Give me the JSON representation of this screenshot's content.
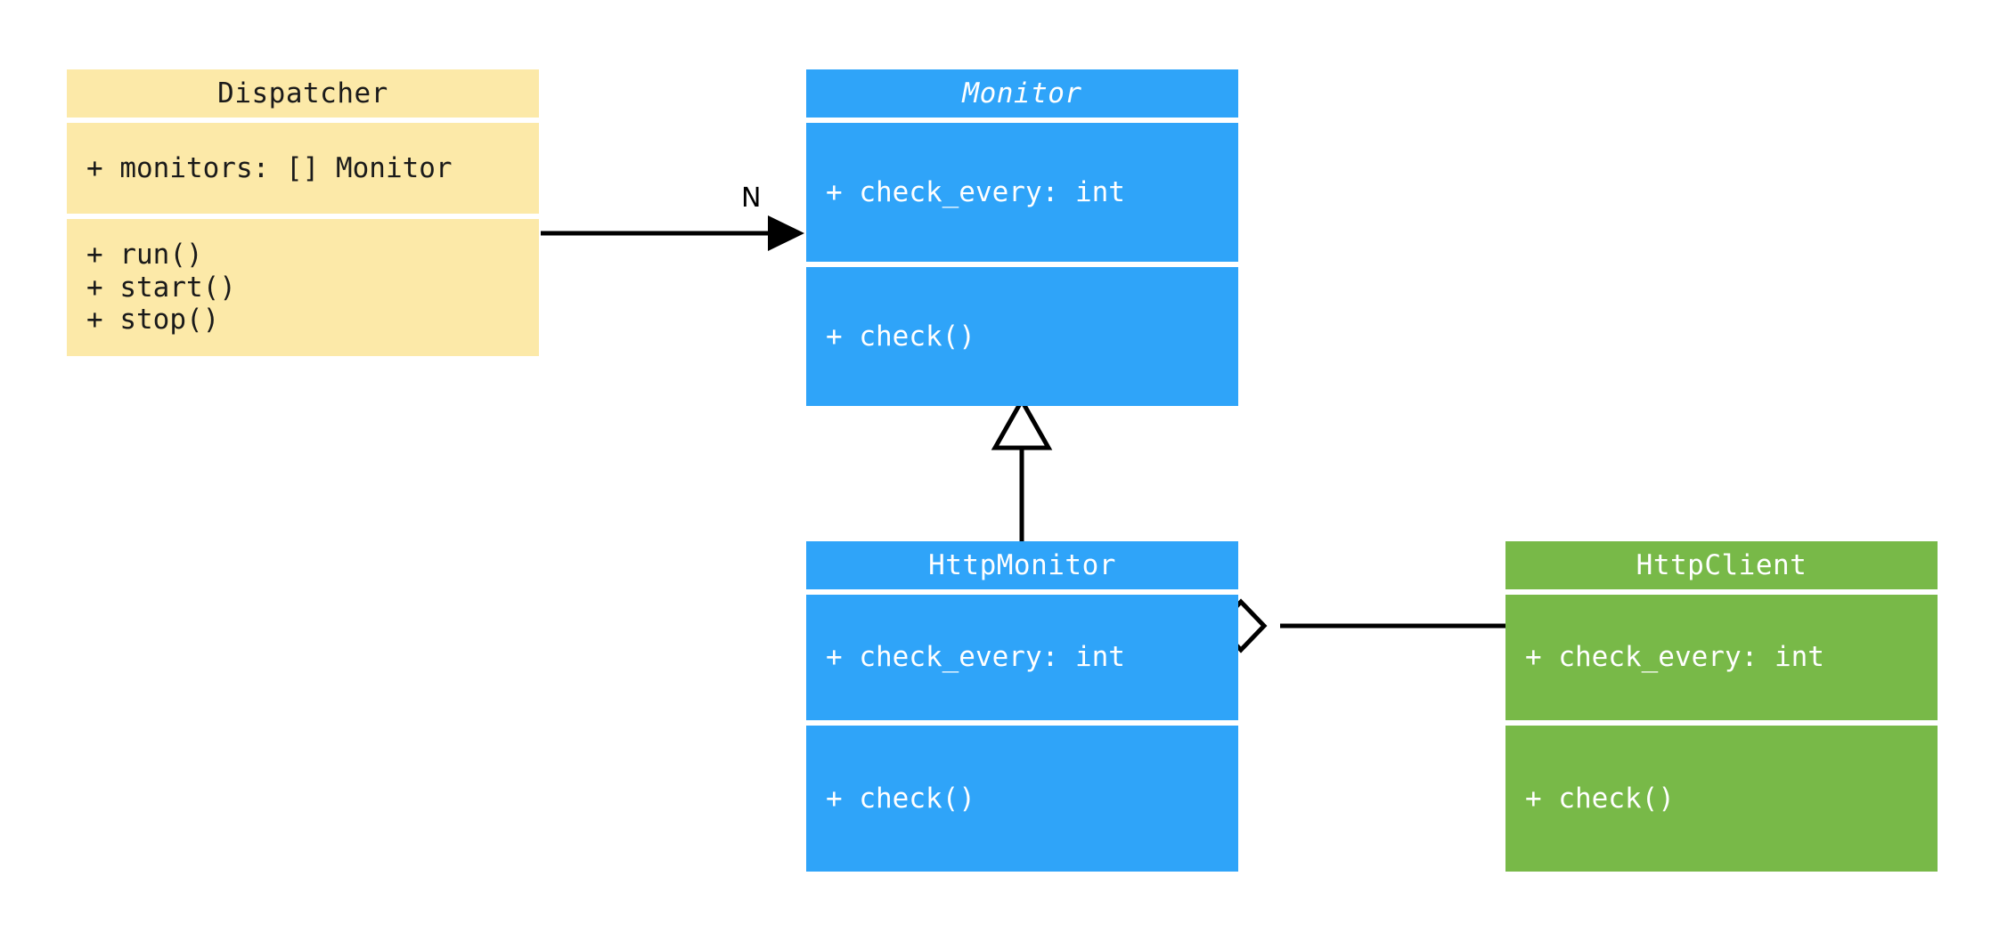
{
  "diagram": {
    "type": "uml-class-diagram",
    "background_color": "#ffffff",
    "palette": {
      "yellow": "#fce9a8",
      "blue": "#2fa4f9",
      "green": "#78b948",
      "line": "#000000",
      "dark_text": "#1a1a1a",
      "light_text": "#ffffff"
    }
  },
  "classes": [
    {
      "id": "dispatcher",
      "name": "Dispatcher",
      "abstract": false,
      "color": "yellow",
      "attributes": [
        "+ monitors: [] Monitor"
      ],
      "methods": [
        "+ run()",
        "+ start()",
        "+ stop()"
      ]
    },
    {
      "id": "monitor",
      "name": "Monitor",
      "abstract": true,
      "color": "blue",
      "attributes": [
        "+ check_every: int"
      ],
      "methods": [
        "+ check()"
      ]
    },
    {
      "id": "http_monitor",
      "name": "HttpMonitor",
      "abstract": false,
      "color": "blue",
      "attributes": [
        "+ check_every: int"
      ],
      "methods": [
        "+ check()"
      ]
    },
    {
      "id": "http_client",
      "name": "HttpClient",
      "abstract": false,
      "color": "green",
      "attributes": [
        "+ check_every: int"
      ],
      "methods": [
        "+ check()"
      ]
    }
  ],
  "relationships": [
    {
      "id": "dispatcher-to-monitor",
      "kind": "association",
      "from": "Dispatcher",
      "to": "Monitor",
      "label": "N",
      "arrowhead": "solid-filled"
    },
    {
      "id": "httpmonitor-inherits-monitor",
      "kind": "generalization",
      "from": "HttpMonitor",
      "to": "Monitor",
      "label": "",
      "arrowhead": "hollow-triangle"
    },
    {
      "id": "httpmonitor-aggregates-httpclient",
      "kind": "aggregation",
      "from": "HttpMonitor",
      "to": "HttpClient",
      "label": "",
      "arrowhead": "hollow-diamond"
    }
  ]
}
